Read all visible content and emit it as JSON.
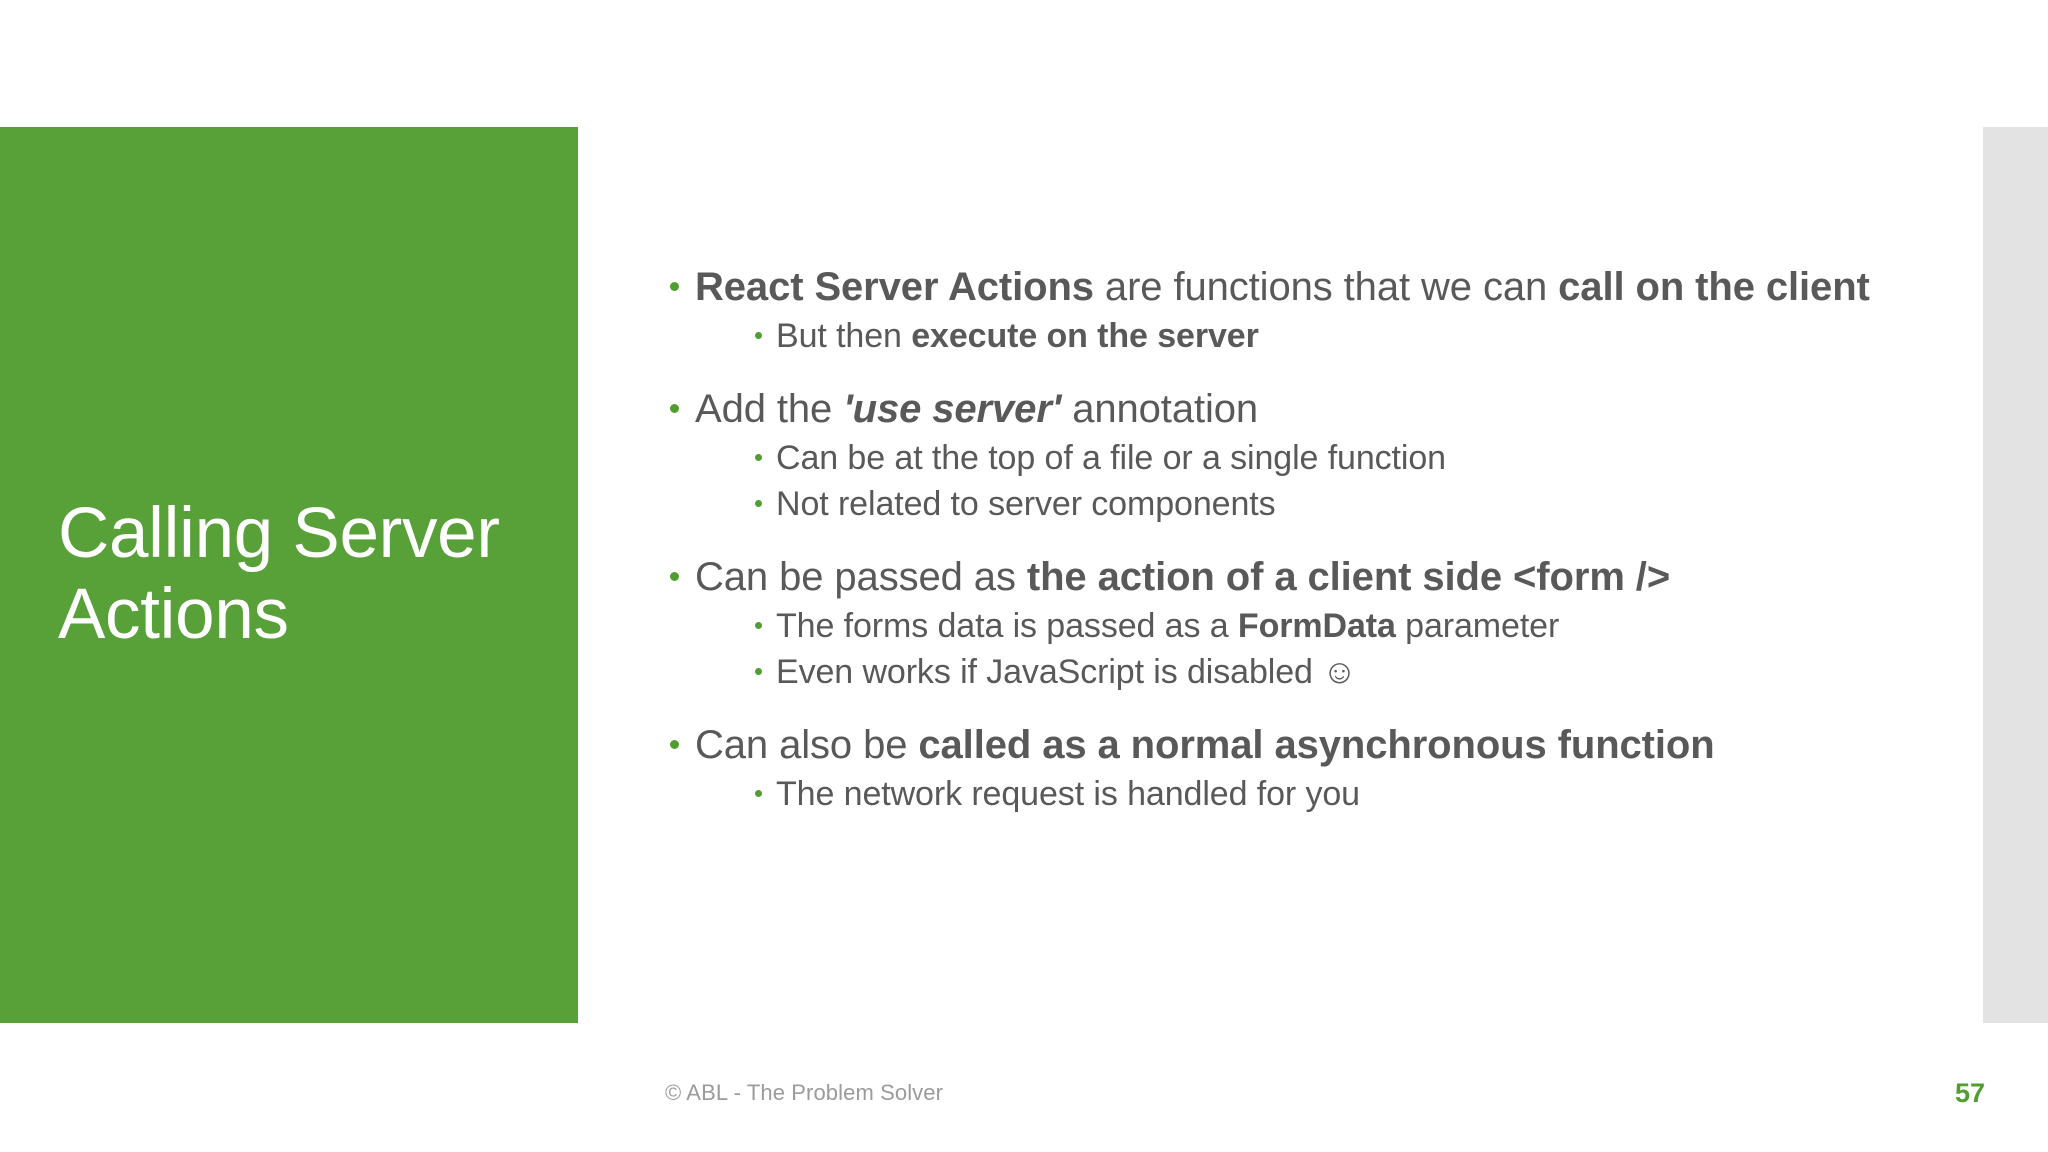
{
  "slide": {
    "title": "Calling Server\nActions",
    "accent_green": "#58A038",
    "bullet_green": "#509E2F",
    "body_text_color": "#595959",
    "accent_bar_color": "#E3E3E3"
  },
  "content": {
    "bullets": [
      {
        "level": 1,
        "segments": [
          {
            "text": "React Server Actions",
            "style": "bold"
          },
          {
            "text": " are functions that we can ",
            "style": "normal"
          },
          {
            "text": "call on the client",
            "style": "bold"
          }
        ]
      },
      {
        "level": 2,
        "segments": [
          {
            "text": "But then ",
            "style": "normal"
          },
          {
            "text": "execute on the server",
            "style": "bold"
          }
        ]
      },
      {
        "level": 0,
        "segments": []
      },
      {
        "level": 1,
        "segments": [
          {
            "text": "Add the ",
            "style": "normal"
          },
          {
            "text": "'use server'",
            "style": "bold-italic"
          },
          {
            "text": " annotation",
            "style": "normal"
          }
        ]
      },
      {
        "level": 2,
        "segments": [
          {
            "text": "Can be at the top of a file or a single function",
            "style": "normal"
          }
        ]
      },
      {
        "level": 2,
        "segments": [
          {
            "text": "Not related to server components",
            "style": "normal"
          }
        ]
      },
      {
        "level": 0,
        "segments": []
      },
      {
        "level": 1,
        "segments": [
          {
            "text": "Can be passed as ",
            "style": "normal"
          },
          {
            "text": "the action of a client side <form />",
            "style": "bold"
          }
        ]
      },
      {
        "level": 2,
        "segments": [
          {
            "text": "The forms data is passed as a ",
            "style": "normal"
          },
          {
            "text": "FormData",
            "style": "bold"
          },
          {
            "text": " parameter",
            "style": "normal"
          }
        ]
      },
      {
        "level": 2,
        "segments": [
          {
            "text": "Even works if JavaScript is disabled ",
            "style": "normal"
          },
          {
            "text": "☺",
            "style": "smiley"
          }
        ]
      },
      {
        "level": 0,
        "segments": []
      },
      {
        "level": 1,
        "segments": [
          {
            "text": "Can also be ",
            "style": "normal"
          },
          {
            "text": "called as a normal asynchronous function",
            "style": "bold"
          }
        ]
      },
      {
        "level": 2,
        "segments": [
          {
            "text": "The network request is handled for you",
            "style": "normal"
          }
        ]
      }
    ]
  },
  "footer": {
    "copyright": "© ABL - The Problem Solver",
    "page_number": "57"
  }
}
